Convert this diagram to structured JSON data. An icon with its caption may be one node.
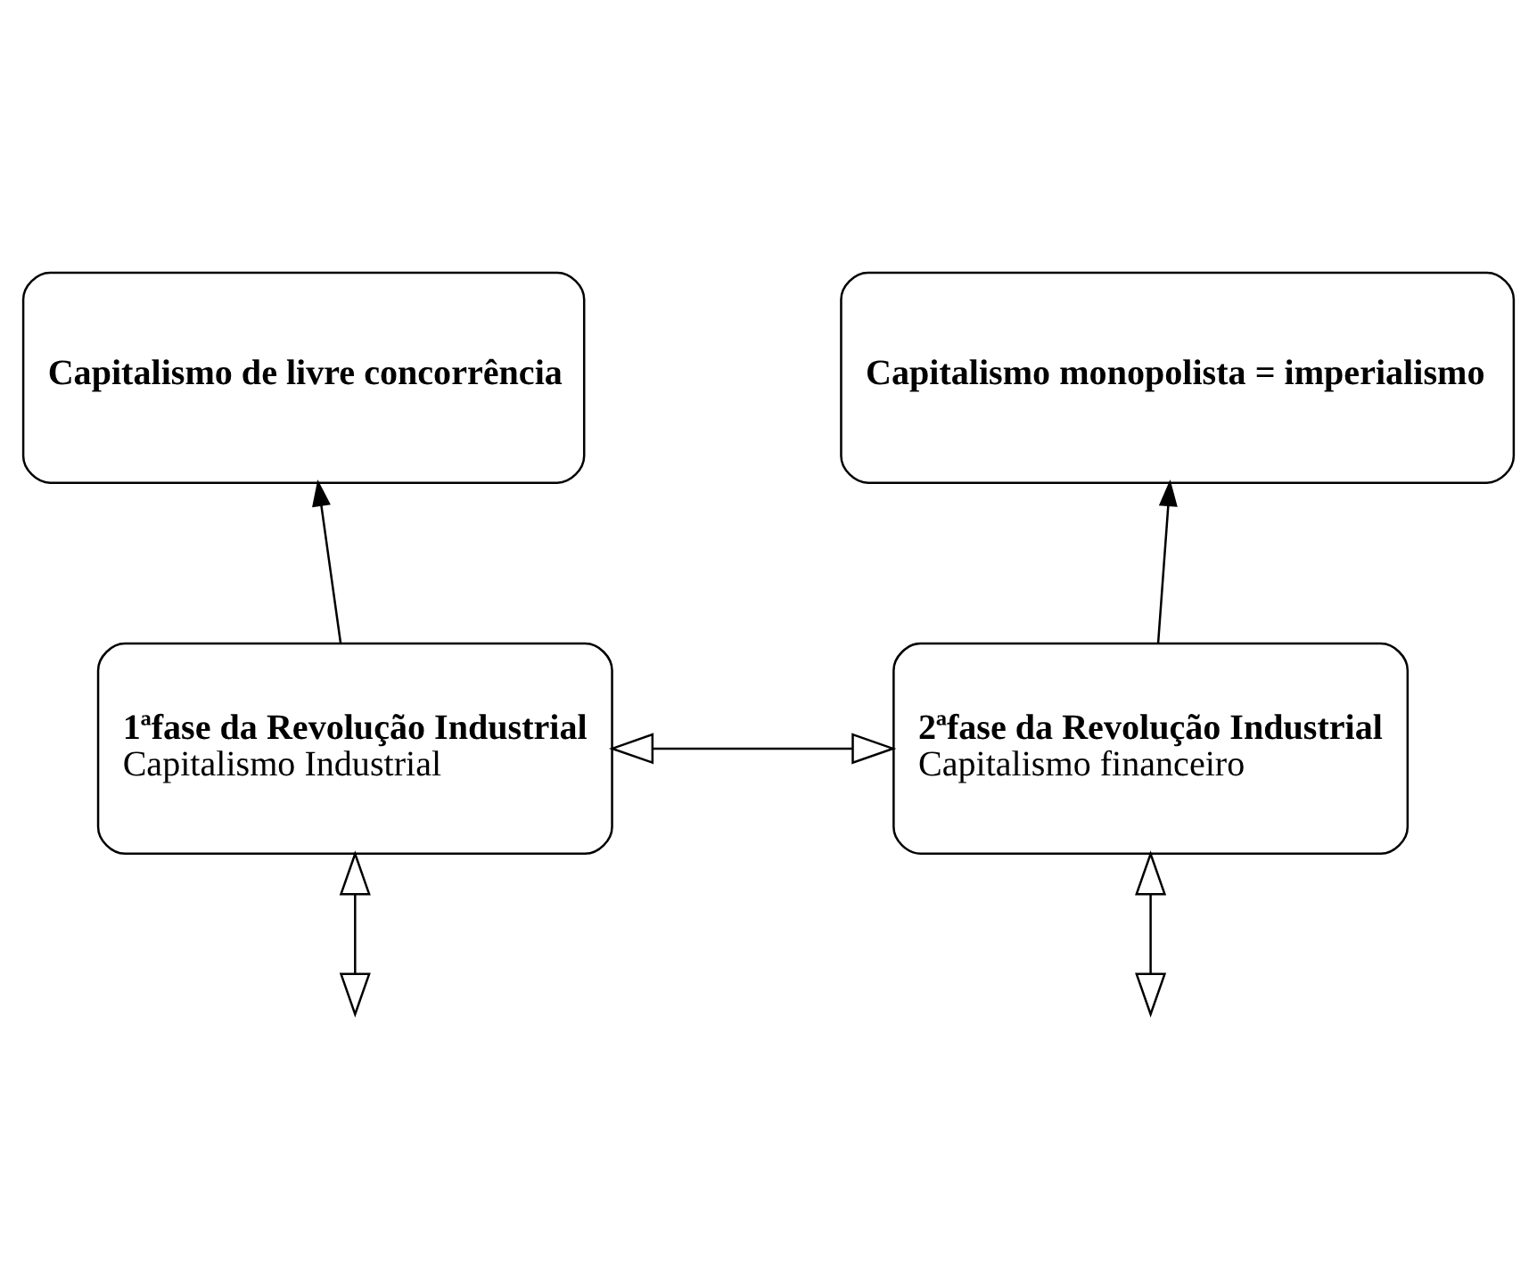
{
  "diagram": {
    "nodes": [
      {
        "text": [
          "Capitalismo de livre concorrência"
        ]
      },
      {
        "text": [
          "Capitalismo monopolista = imperialismo"
        ]
      },
      {
        "text": [
          "1ªfase da Revolução Industrial",
          "Capitalismo Industrial"
        ]
      },
      {
        "text": [
          "2ªfase da Revolução Industrial",
          "Capitalismo financeiro"
        ]
      }
    ],
    "edges": [
      {
        "from": 2,
        "to": 0,
        "arrow": "to"
      },
      {
        "from": 3,
        "to": 1,
        "arrow": "to"
      },
      {
        "from": 2,
        "to": 3,
        "arrow": "both"
      },
      {
        "from": 2,
        "to": null,
        "arrow": "both"
      },
      {
        "from": 3,
        "to": null,
        "arrow": "both"
      }
    ]
  }
}
